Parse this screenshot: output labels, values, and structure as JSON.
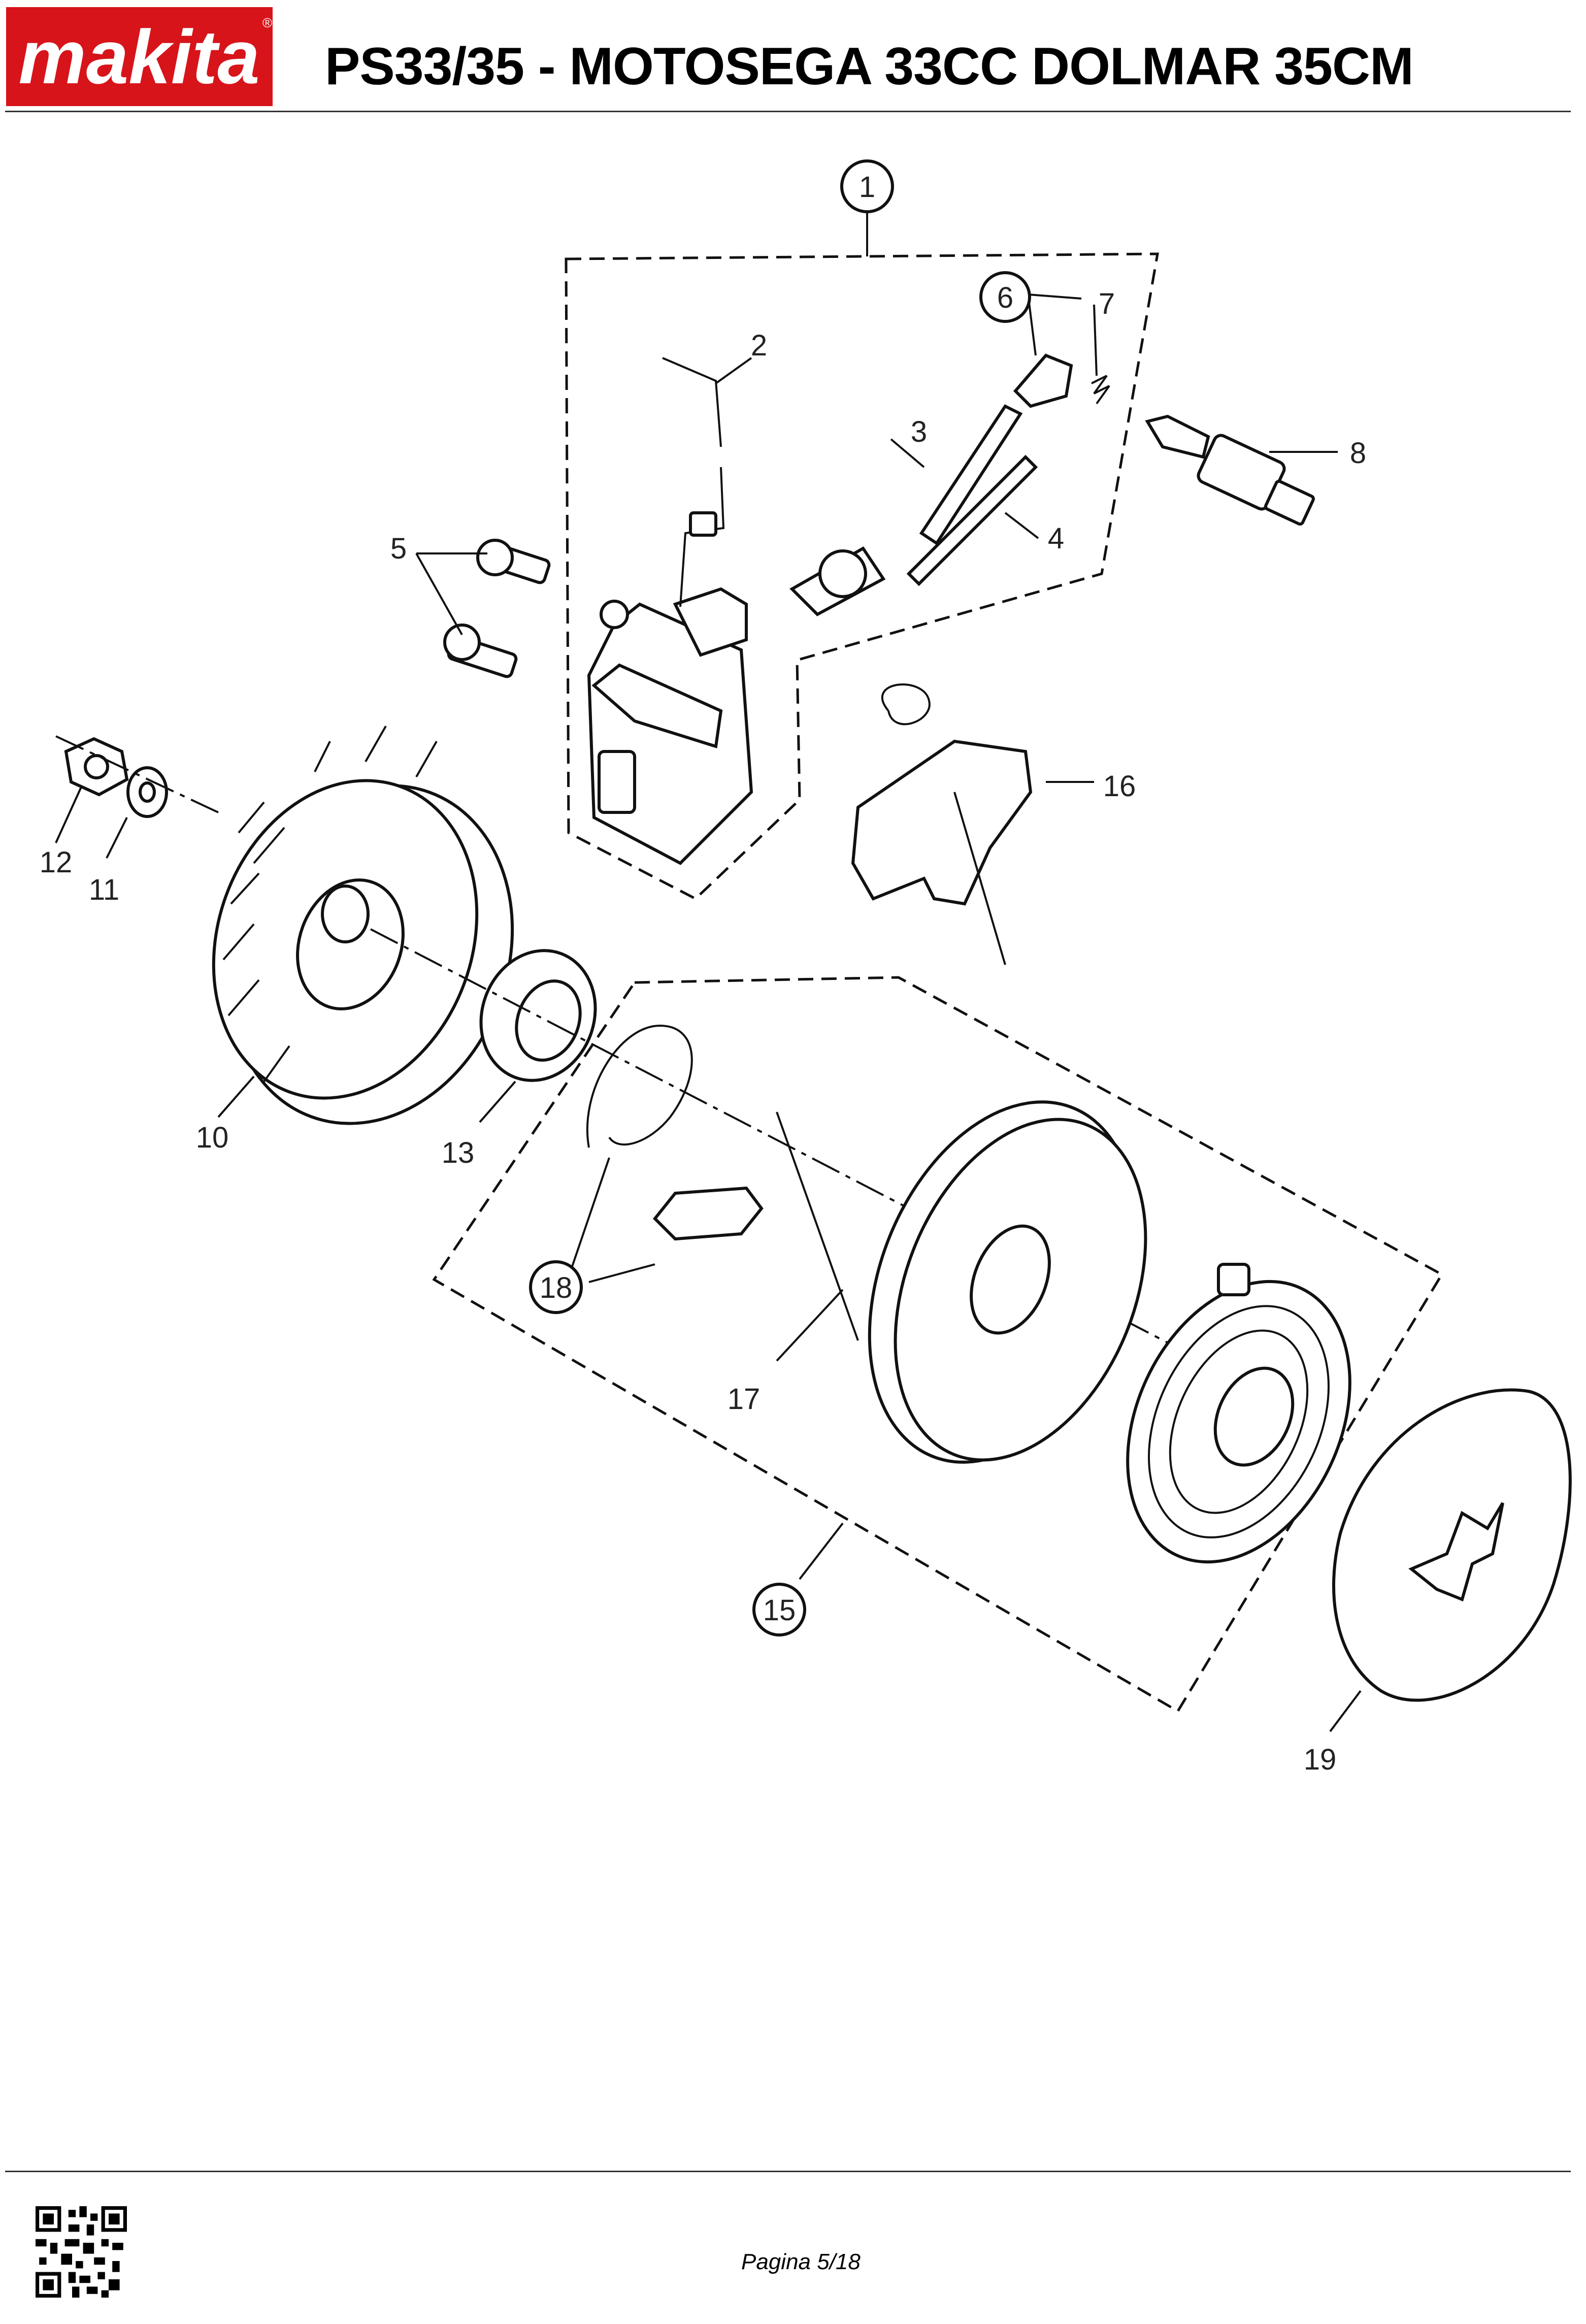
{
  "header": {
    "logo_text": "makita",
    "title": "PS33/35 - MOTOSEGA 33CC DOLMAR 35CM"
  },
  "diagram": {
    "callouts": [
      {
        "id": "c1",
        "text": "1",
        "circled": true
      },
      {
        "id": "c2",
        "text": "2",
        "circled": false
      },
      {
        "id": "c3",
        "text": "3",
        "circled": false
      },
      {
        "id": "c4",
        "text": "4",
        "circled": false
      },
      {
        "id": "c5",
        "text": "5",
        "circled": false
      },
      {
        "id": "c6",
        "text": "6",
        "circled": true
      },
      {
        "id": "c7",
        "text": "7",
        "circled": false
      },
      {
        "id": "c8",
        "text": "8",
        "circled": false
      },
      {
        "id": "c10",
        "text": "10",
        "circled": false
      },
      {
        "id": "c11",
        "text": "11",
        "circled": false
      },
      {
        "id": "c12",
        "text": "12",
        "circled": false
      },
      {
        "id": "c13",
        "text": "13",
        "circled": false
      },
      {
        "id": "c15",
        "text": "15",
        "circled": true
      },
      {
        "id": "c16",
        "text": "16",
        "circled": false
      },
      {
        "id": "c17",
        "text": "17",
        "circled": false
      },
      {
        "id": "c18",
        "text": "18",
        "circled": true
      },
      {
        "id": "c19",
        "text": "19",
        "circled": false
      }
    ]
  },
  "footer": {
    "page": "Pagina 5/18"
  },
  "colors": {
    "brand_red": "#d7141a",
    "line": "#111111"
  }
}
